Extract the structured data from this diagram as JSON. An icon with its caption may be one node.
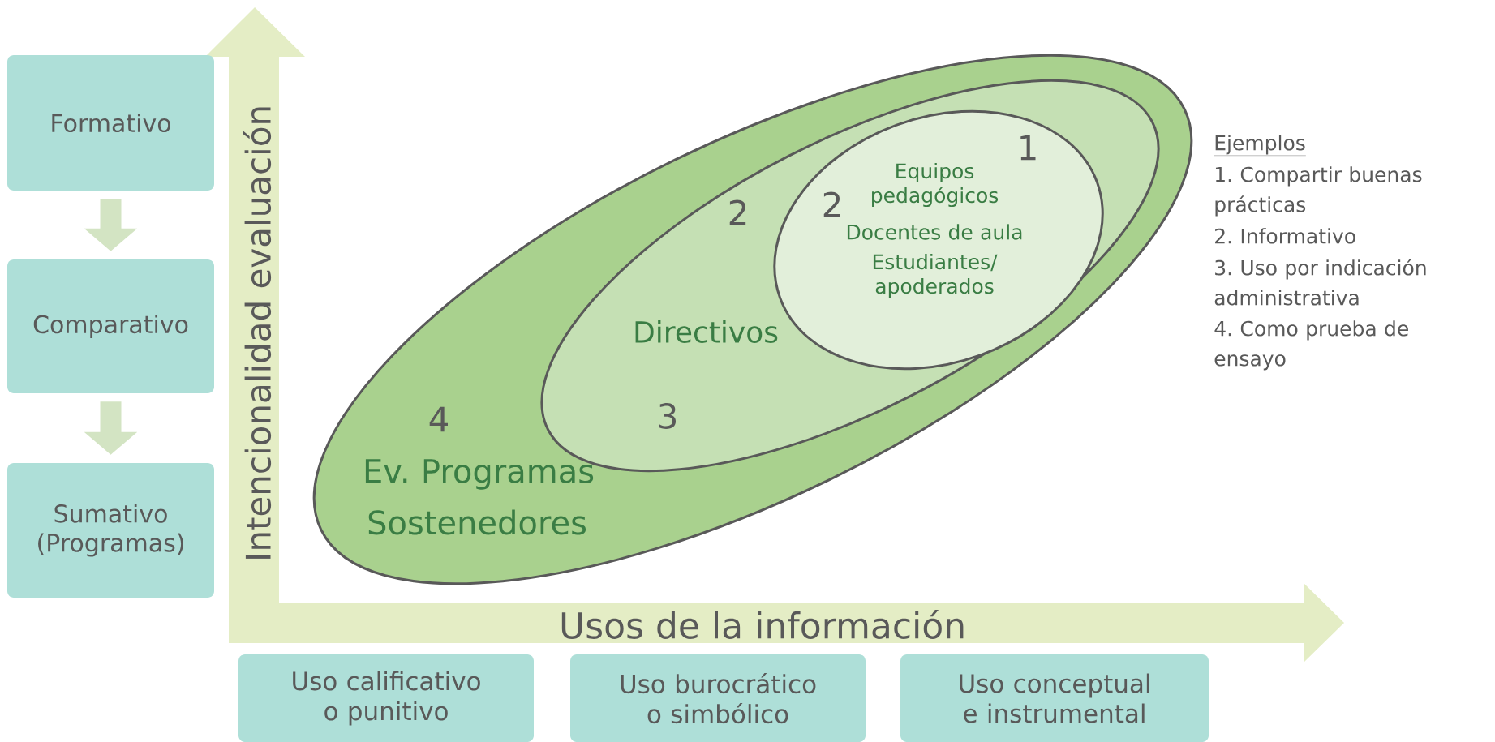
{
  "diagram": {
    "nodes": [
      {
        "text": [
          "Formativo"
        ]
      },
      {
        "text": [
          "Comparativo"
        ]
      },
      {
        "text": [
          "Sumativo (Programas)"
        ]
      },
      {
        "text": [
          "Uso calificativo o punitivo"
        ]
      },
      {
        "text": [
          "Uso burocrático o simbólico"
        ]
      },
      {
        "text": [
          "Uso conceptual e instrumental"
        ]
      },
      {
        "text": [
          "4",
          "Ev. Programas",
          "Sostenedores"
        ]
      },
      {
        "text": [
          "2",
          "Directivos",
          "3"
        ],
        "in": 6
      },
      {
        "text": [
          "1",
          "Equipos pedagógicos",
          "2",
          "Docentes de aula",
          "Estudiantes/ apoderados"
        ],
        "in": 7
      }
    ],
    "edges": [
      {
        "from": 0,
        "to": 1,
        "arrow": "to"
      },
      {
        "from": 1,
        "to": 2,
        "arrow": "to"
      }
    ],
    "labels": [
      "Intencionalidad evaluación",
      "Usos de la información",
      "Ejemplos",
      "1. Compartir buenas prácticas",
      "2. Informativo",
      "3. Uso por indicación administrativa",
      "4. Como prueba de ensayo"
    ]
  }
}
